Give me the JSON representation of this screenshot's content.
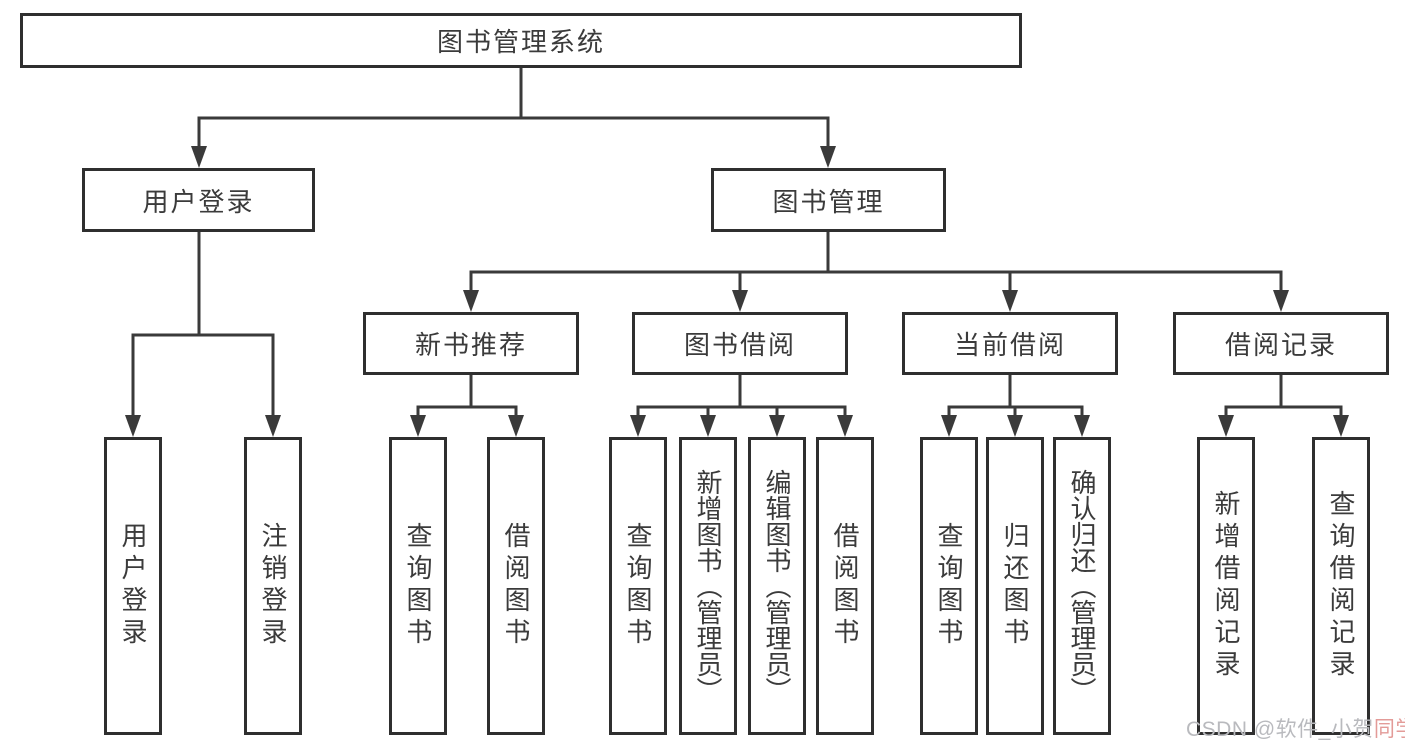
{
  "tree": {
    "root": {
      "label": "图书管理系统",
      "children": [
        {
          "label": "用户登录",
          "children": [
            {
              "label": "用户登录"
            },
            {
              "label": "注销登录"
            }
          ]
        },
        {
          "label": "图书管理",
          "children": [
            {
              "label": "新书推荐",
              "children": [
                {
                  "label": "查询图书"
                },
                {
                  "label": "借阅图书"
                }
              ]
            },
            {
              "label": "图书借阅",
              "children": [
                {
                  "label": "查询图书"
                },
                {
                  "label": "新增图书（管理员）"
                },
                {
                  "label": "编辑图书（管理员）"
                },
                {
                  "label": "借阅图书"
                }
              ]
            },
            {
              "label": "当前借阅",
              "children": [
                {
                  "label": "查询图书"
                },
                {
                  "label": "归还图书"
                },
                {
                  "label": "确认归还（管理员）"
                }
              ]
            },
            {
              "label": "借阅记录",
              "children": [
                {
                  "label": "新增借阅记录"
                },
                {
                  "label": "查询借阅记录"
                }
              ]
            }
          ]
        }
      ]
    }
  },
  "watermark": {
    "prefix": "CSDN @软件_小贺",
    "suffix": "同学"
  },
  "colors": {
    "background": "#ffffff",
    "box_border": "#2f2f2f",
    "line": "#3a3a3a",
    "text": "#3b3b3b",
    "watermark_gray": "#b9babe",
    "watermark_pink": "#e39b98"
  }
}
